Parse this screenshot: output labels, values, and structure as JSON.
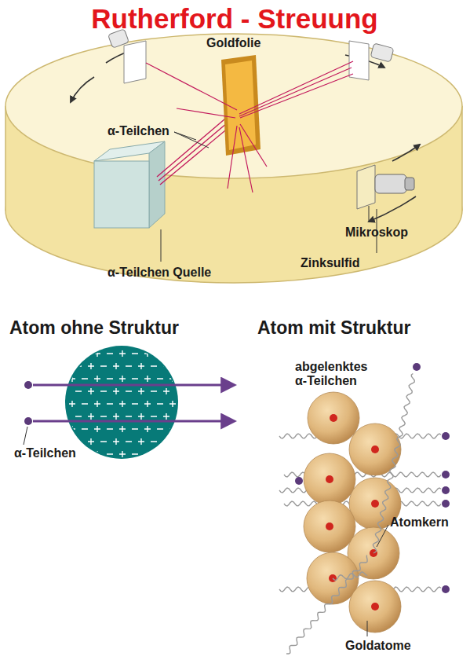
{
  "diagram": {
    "title": "Rutherford - Streuung",
    "labels": [
      "Goldfolie",
      "α-Teilchen",
      "Mikroskop",
      "Zinksulfid",
      "α-Teilchen Quelle",
      "Atom ohne Struktur",
      "Atom mit Struktur",
      "abgelenktes α-Teilchen",
      "α-Teilchen",
      "Atomkern",
      "Goldatome"
    ]
  }
}
